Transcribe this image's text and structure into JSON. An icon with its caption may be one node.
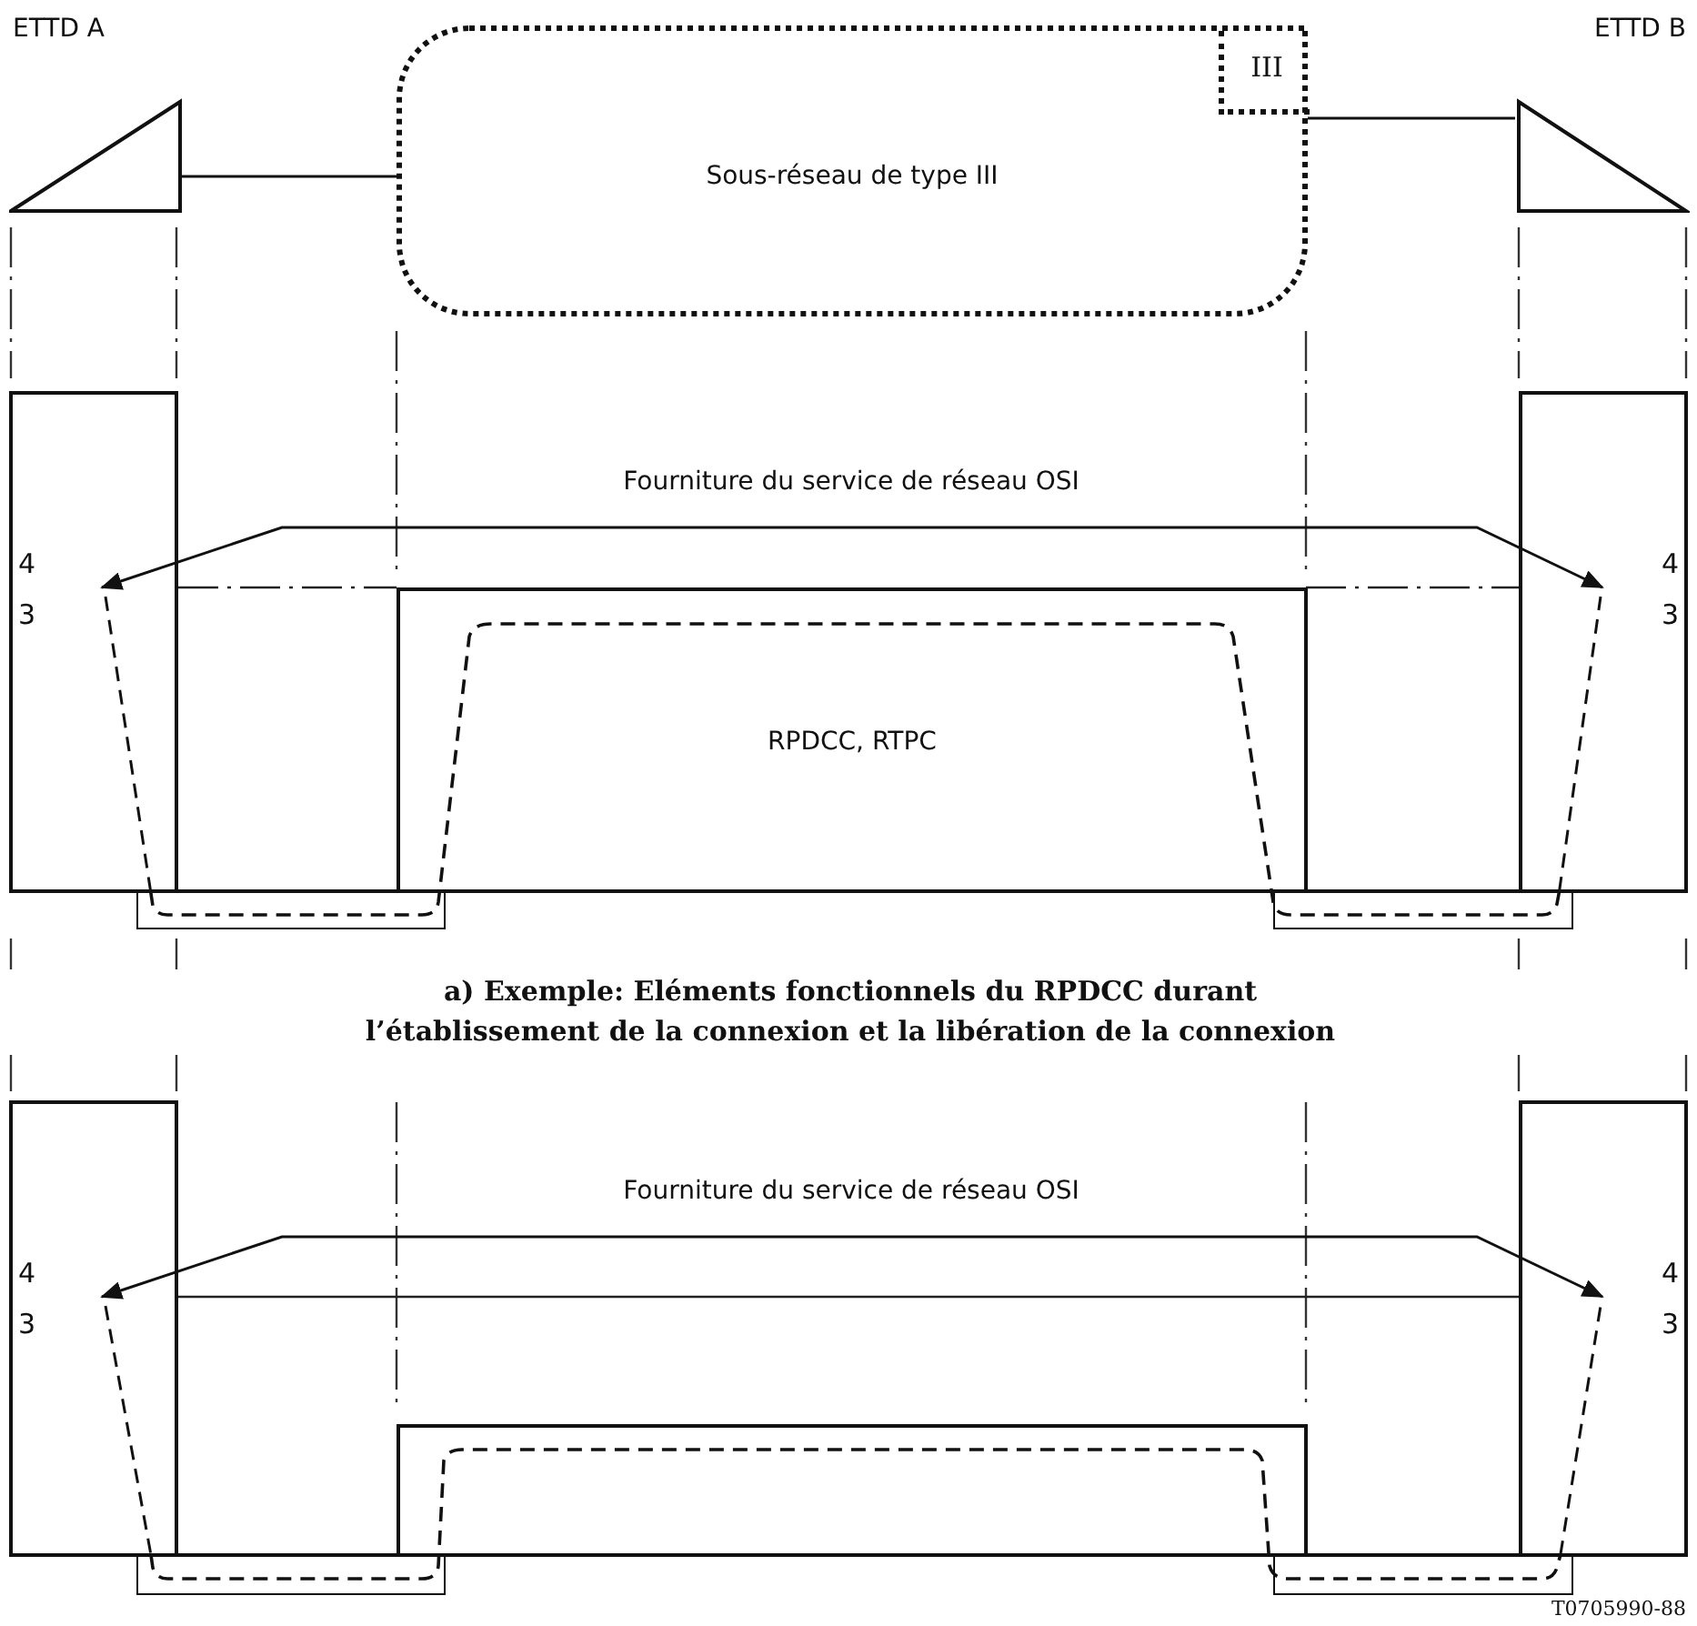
{
  "diagram": {
    "nodes": [
      {
        "text": [
          "ETTD A"
        ]
      },
      {
        "text": [
          "Sous-réseau de type III"
        ]
      },
      {
        "text": [
          "III"
        ],
        "in": 1
      },
      {
        "text": [
          "ETTD B"
        ]
      },
      {
        "text": [
          "4",
          "3"
        ]
      },
      {
        "text": [
          "Fourniture du service de réseau OSI"
        ]
      },
      {
        "text": [
          "RPDCC, RTPC"
        ]
      },
      {
        "text": [
          "4",
          "3"
        ]
      },
      {
        "text": [],
        "shape": "box"
      },
      {
        "text": [],
        "shape": "box"
      },
      {
        "text": [
          "4",
          "3"
        ]
      },
      {
        "text": [
          "Fourniture du service de réseau OSI"
        ]
      },
      {
        "text": [
          "4",
          "3"
        ]
      },
      {
        "text": [],
        "shape": "box"
      },
      {
        "text": [],
        "shape": "box"
      },
      {
        "text": [],
        "shape": "box"
      }
    ],
    "edges": [
      {
        "from": 0,
        "to": 1,
        "arrow": "none"
      },
      {
        "from": 1,
        "to": 3,
        "arrow": "none"
      },
      {
        "from": 5,
        "to": 4,
        "arrow": "to"
      },
      {
        "from": 5,
        "to": 7,
        "arrow": "to"
      },
      {
        "from": 4,
        "to": 8,
        "arrow": "none",
        "style": "dashed"
      },
      {
        "from": 9,
        "to": 7,
        "arrow": "none",
        "style": "dashed"
      },
      {
        "from": 11,
        "to": 10,
        "arrow": "to"
      },
      {
        "from": 11,
        "to": 12,
        "arrow": "to"
      },
      {
        "from": 10,
        "to": 14,
        "arrow": "none",
        "style": "dashed"
      },
      {
        "from": 15,
        "to": 12,
        "arrow": "none",
        "style": "dashed"
      }
    ],
    "labels": [
      "a) Exemple: Eléments fonctionnels du RPDCC durant l’établissement de la connexion et la libération de la connexion",
      "T0705990-88"
    ]
  }
}
